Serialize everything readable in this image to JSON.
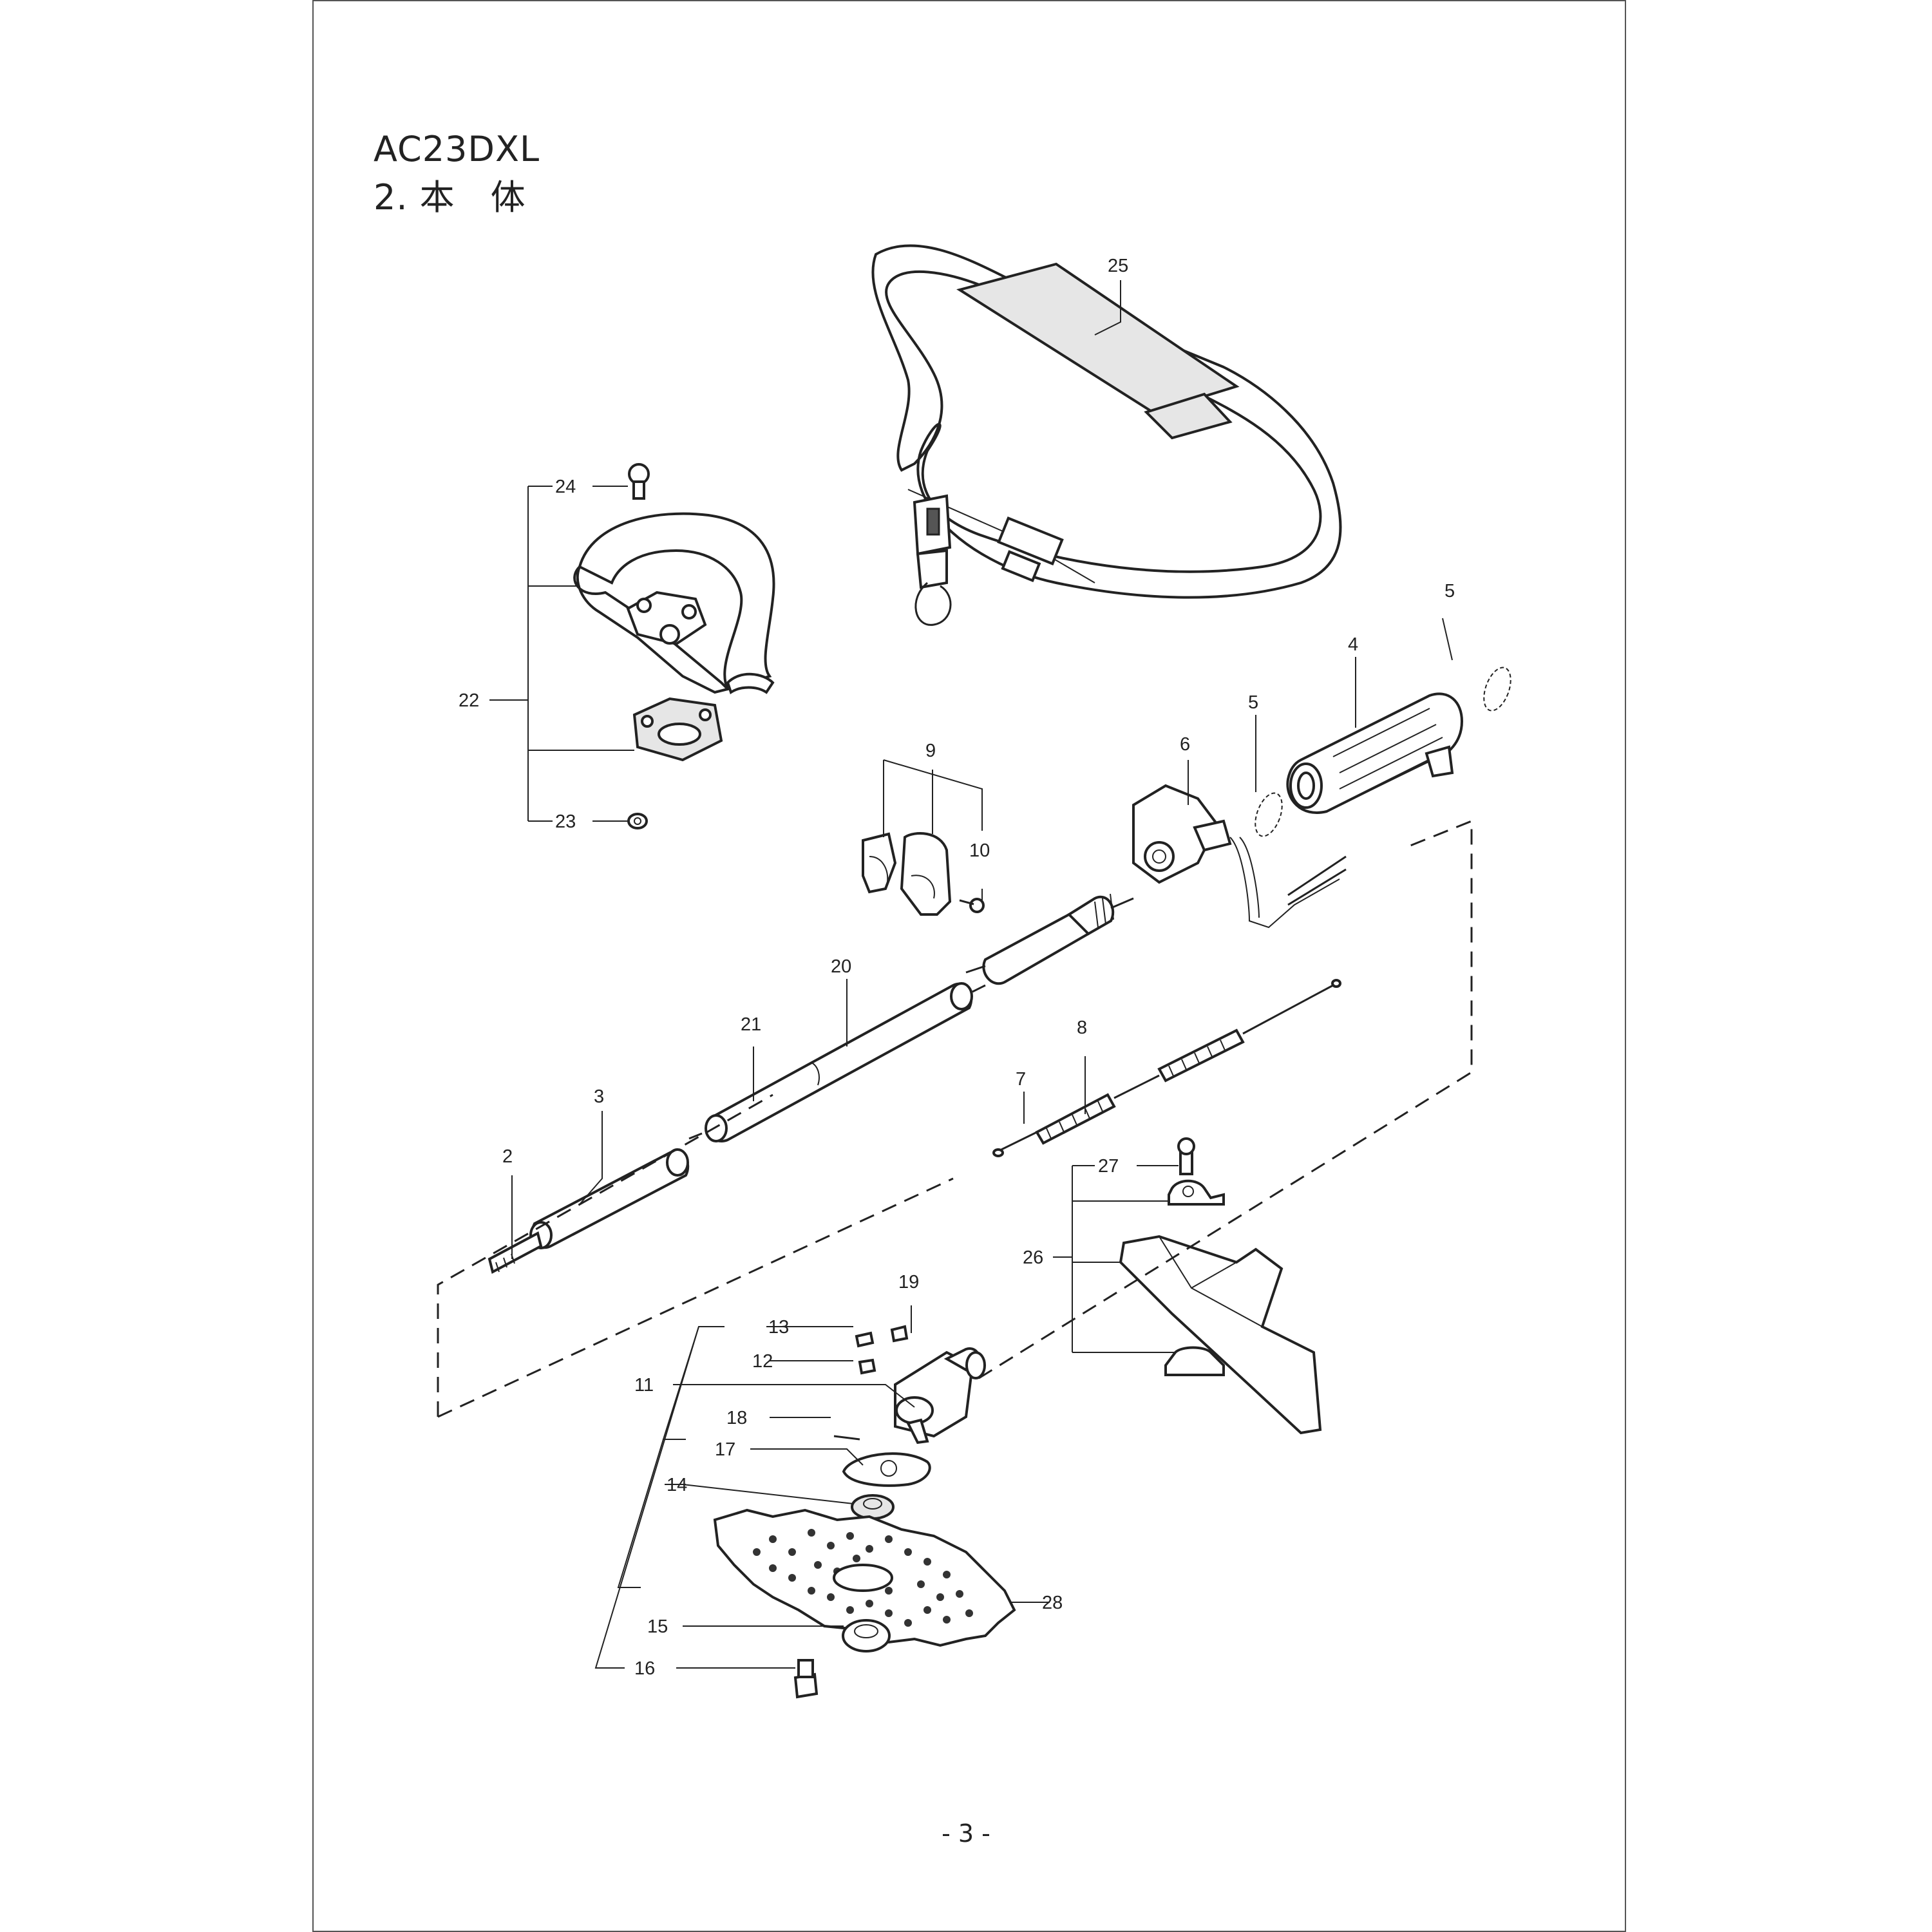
{
  "title": {
    "model": "AC23DXL",
    "section": "2. 本　体"
  },
  "page_number": "- 3 -",
  "callouts": {
    "c2": "2",
    "c3": "3",
    "c4": "4",
    "c5a": "5",
    "c5b": "5",
    "c6": "6",
    "c7": "7",
    "c8": "8",
    "c9": "9",
    "c10": "10",
    "c11": "11",
    "c12": "12",
    "c13": "13",
    "c14": "14",
    "c15": "15",
    "c16": "16",
    "c17": "17",
    "c18": "18",
    "c19": "19",
    "c20": "20",
    "c21": "21",
    "c22": "22",
    "c23": "23",
    "c24": "24",
    "c25": "25",
    "c26": "26",
    "c27": "27",
    "c28": "28"
  },
  "icons": {
    "harness": "shoulder-harness-icon",
    "handle": "loop-handle-icon",
    "grip": "throttle-grip-icon",
    "blade": "saw-blade-icon",
    "guard": "blade-guard-icon",
    "gearcase": "gear-case-icon"
  }
}
